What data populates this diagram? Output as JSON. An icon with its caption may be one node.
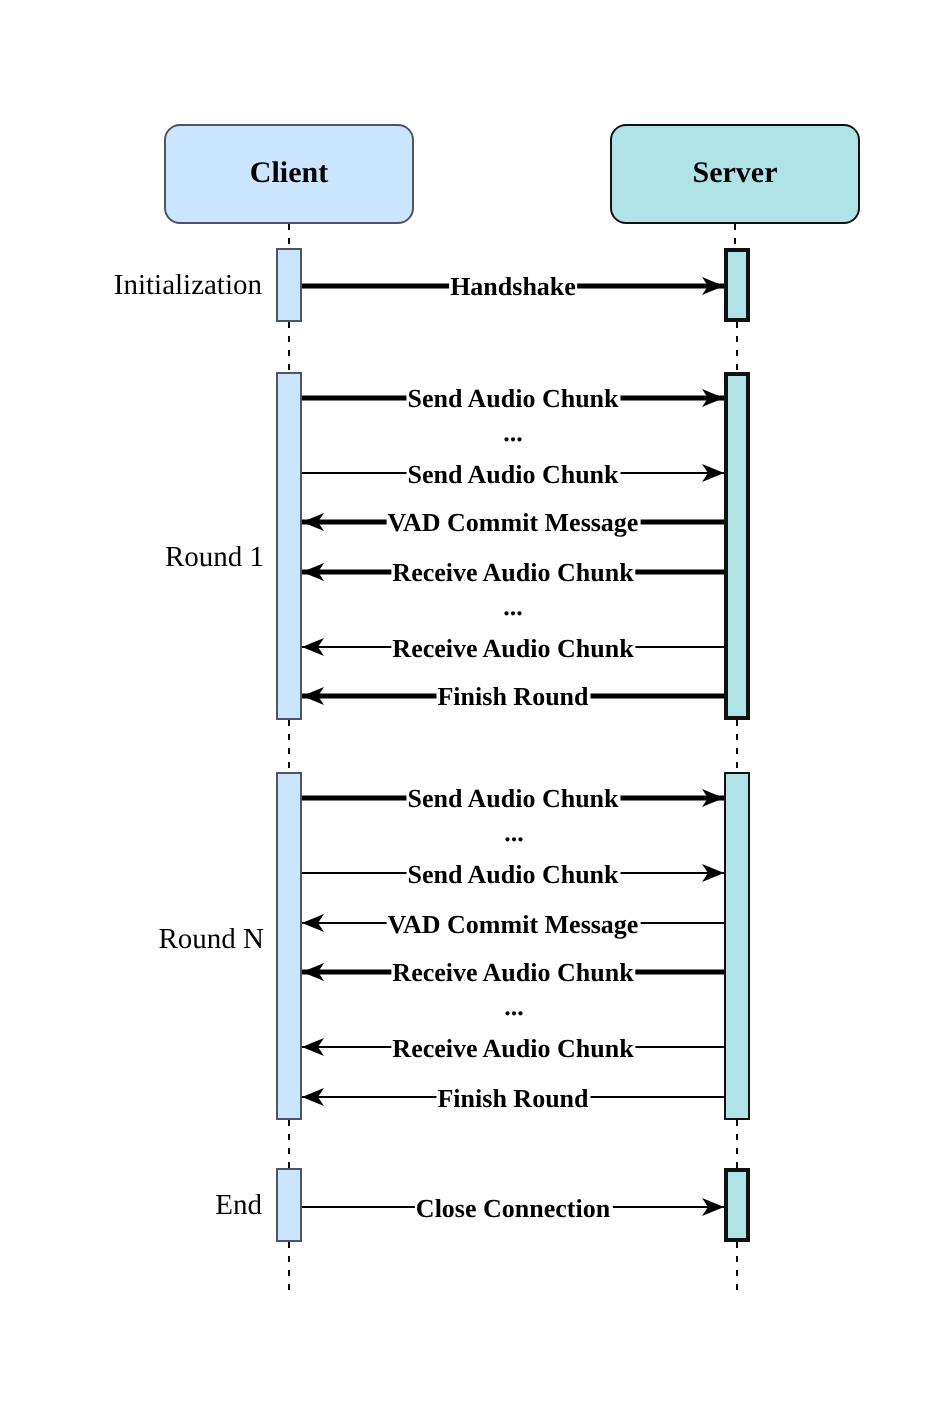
{
  "diagram": {
    "nodes": [
      {
        "text": [
          "Client"
        ]
      },
      {
        "text": [
          "Server"
        ]
      },
      {
        "text": [],
        "shape": "bar",
        "beside": [
          "Initialization"
        ]
      },
      {
        "text": [],
        "shape": "bar"
      },
      {
        "text": [],
        "shape": "bar",
        "beside": [
          "Round 1"
        ]
      },
      {
        "text": [],
        "shape": "bar"
      },
      {
        "text": [],
        "shape": "bar",
        "beside": [
          "Round N"
        ]
      },
      {
        "text": [],
        "shape": "bar"
      },
      {
        "text": [],
        "shape": "bar",
        "beside": [
          "End"
        ]
      },
      {
        "text": [],
        "shape": "bar"
      }
    ],
    "edges": [
      {
        "from": 2,
        "to": 3,
        "arrow": "to",
        "label": "Handshake",
        "style": "thick"
      },
      {
        "from": 4,
        "to": 5,
        "arrow": "to",
        "label": "Send Audio Chunk",
        "style": "thick"
      },
      {
        "from": 4,
        "to": 5,
        "arrow": "to",
        "label": "Send Audio Chunk"
      },
      {
        "from": 5,
        "to": 4,
        "arrow": "to",
        "label": "VAD Commit Message",
        "style": "thick"
      },
      {
        "from": 5,
        "to": 4,
        "arrow": "to",
        "label": "Receive Audio Chunk",
        "style": "thick"
      },
      {
        "from": 5,
        "to": 4,
        "arrow": "to",
        "label": "Receive Audio Chunk"
      },
      {
        "from": 5,
        "to": 4,
        "arrow": "to",
        "label": "Finish Round",
        "style": "thick"
      },
      {
        "from": 6,
        "to": 7,
        "arrow": "to",
        "label": "Send Audio Chunk",
        "style": "thick"
      },
      {
        "from": 6,
        "to": 7,
        "arrow": "to",
        "label": "Send Audio Chunk"
      },
      {
        "from": 7,
        "to": 6,
        "arrow": "to",
        "label": "VAD Commit Message"
      },
      {
        "from": 7,
        "to": 6,
        "arrow": "to",
        "label": "Receive Audio Chunk",
        "style": "thick"
      },
      {
        "from": 7,
        "to": 6,
        "arrow": "to",
        "label": "Receive Audio Chunk"
      },
      {
        "from": 7,
        "to": 6,
        "arrow": "to",
        "label": "Finish Round"
      },
      {
        "from": 8,
        "to": 9,
        "arrow": "to",
        "label": "Close Connection"
      },
      {
        "from": 0,
        "to": 2,
        "arrow": "none",
        "style": "dashed"
      },
      {
        "from": 2,
        "to": 4,
        "arrow": "none",
        "style": "dashed"
      },
      {
        "from": 4,
        "to": 6,
        "arrow": "none",
        "style": "dashed"
      },
      {
        "from": 6,
        "to": 8,
        "arrow": "none",
        "style": "dashed"
      },
      {
        "from": 8,
        "to": null,
        "arrow": "none",
        "style": "dashed"
      },
      {
        "from": 1,
        "to": 3,
        "arrow": "none",
        "style": "dashed"
      },
      {
        "from": 3,
        "to": 5,
        "arrow": "none",
        "style": "dashed"
      },
      {
        "from": 5,
        "to": 7,
        "arrow": "none",
        "style": "dashed"
      },
      {
        "from": 7,
        "to": 9,
        "arrow": "none",
        "style": "dashed"
      },
      {
        "from": 9,
        "to": null,
        "arrow": "none",
        "style": "dashed"
      }
    ],
    "labels": [
      "...",
      "...",
      "...",
      "..."
    ]
  }
}
